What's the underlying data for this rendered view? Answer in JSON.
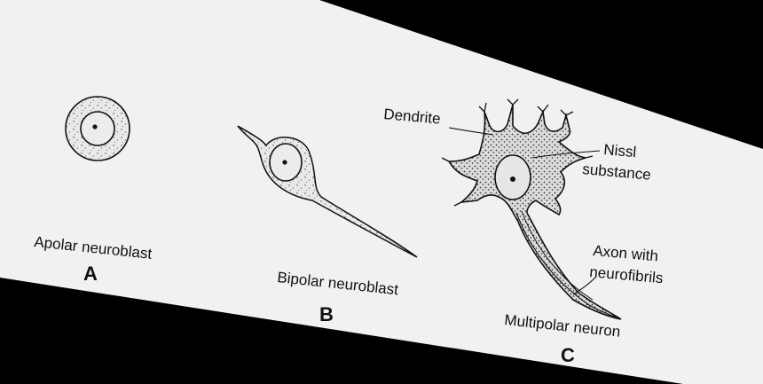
{
  "colors": {
    "background": "#000000",
    "paper": "#f1f1f1",
    "ink": "#111111",
    "cytoplasm": "#e9e9e9"
  },
  "panels": [
    {
      "caption": "Apolar neuroblast",
      "letter": "A"
    },
    {
      "caption": "Bipolar neuroblast",
      "letter": "B"
    },
    {
      "caption": "Multipolar neuron",
      "letter": "C"
    }
  ],
  "callouts": {
    "dendrite": "Dendrite",
    "nissl_line1": "Nissl",
    "nissl_line2": "substance",
    "axon_line1": "Axon with",
    "axon_line2": "neurofibrils"
  }
}
